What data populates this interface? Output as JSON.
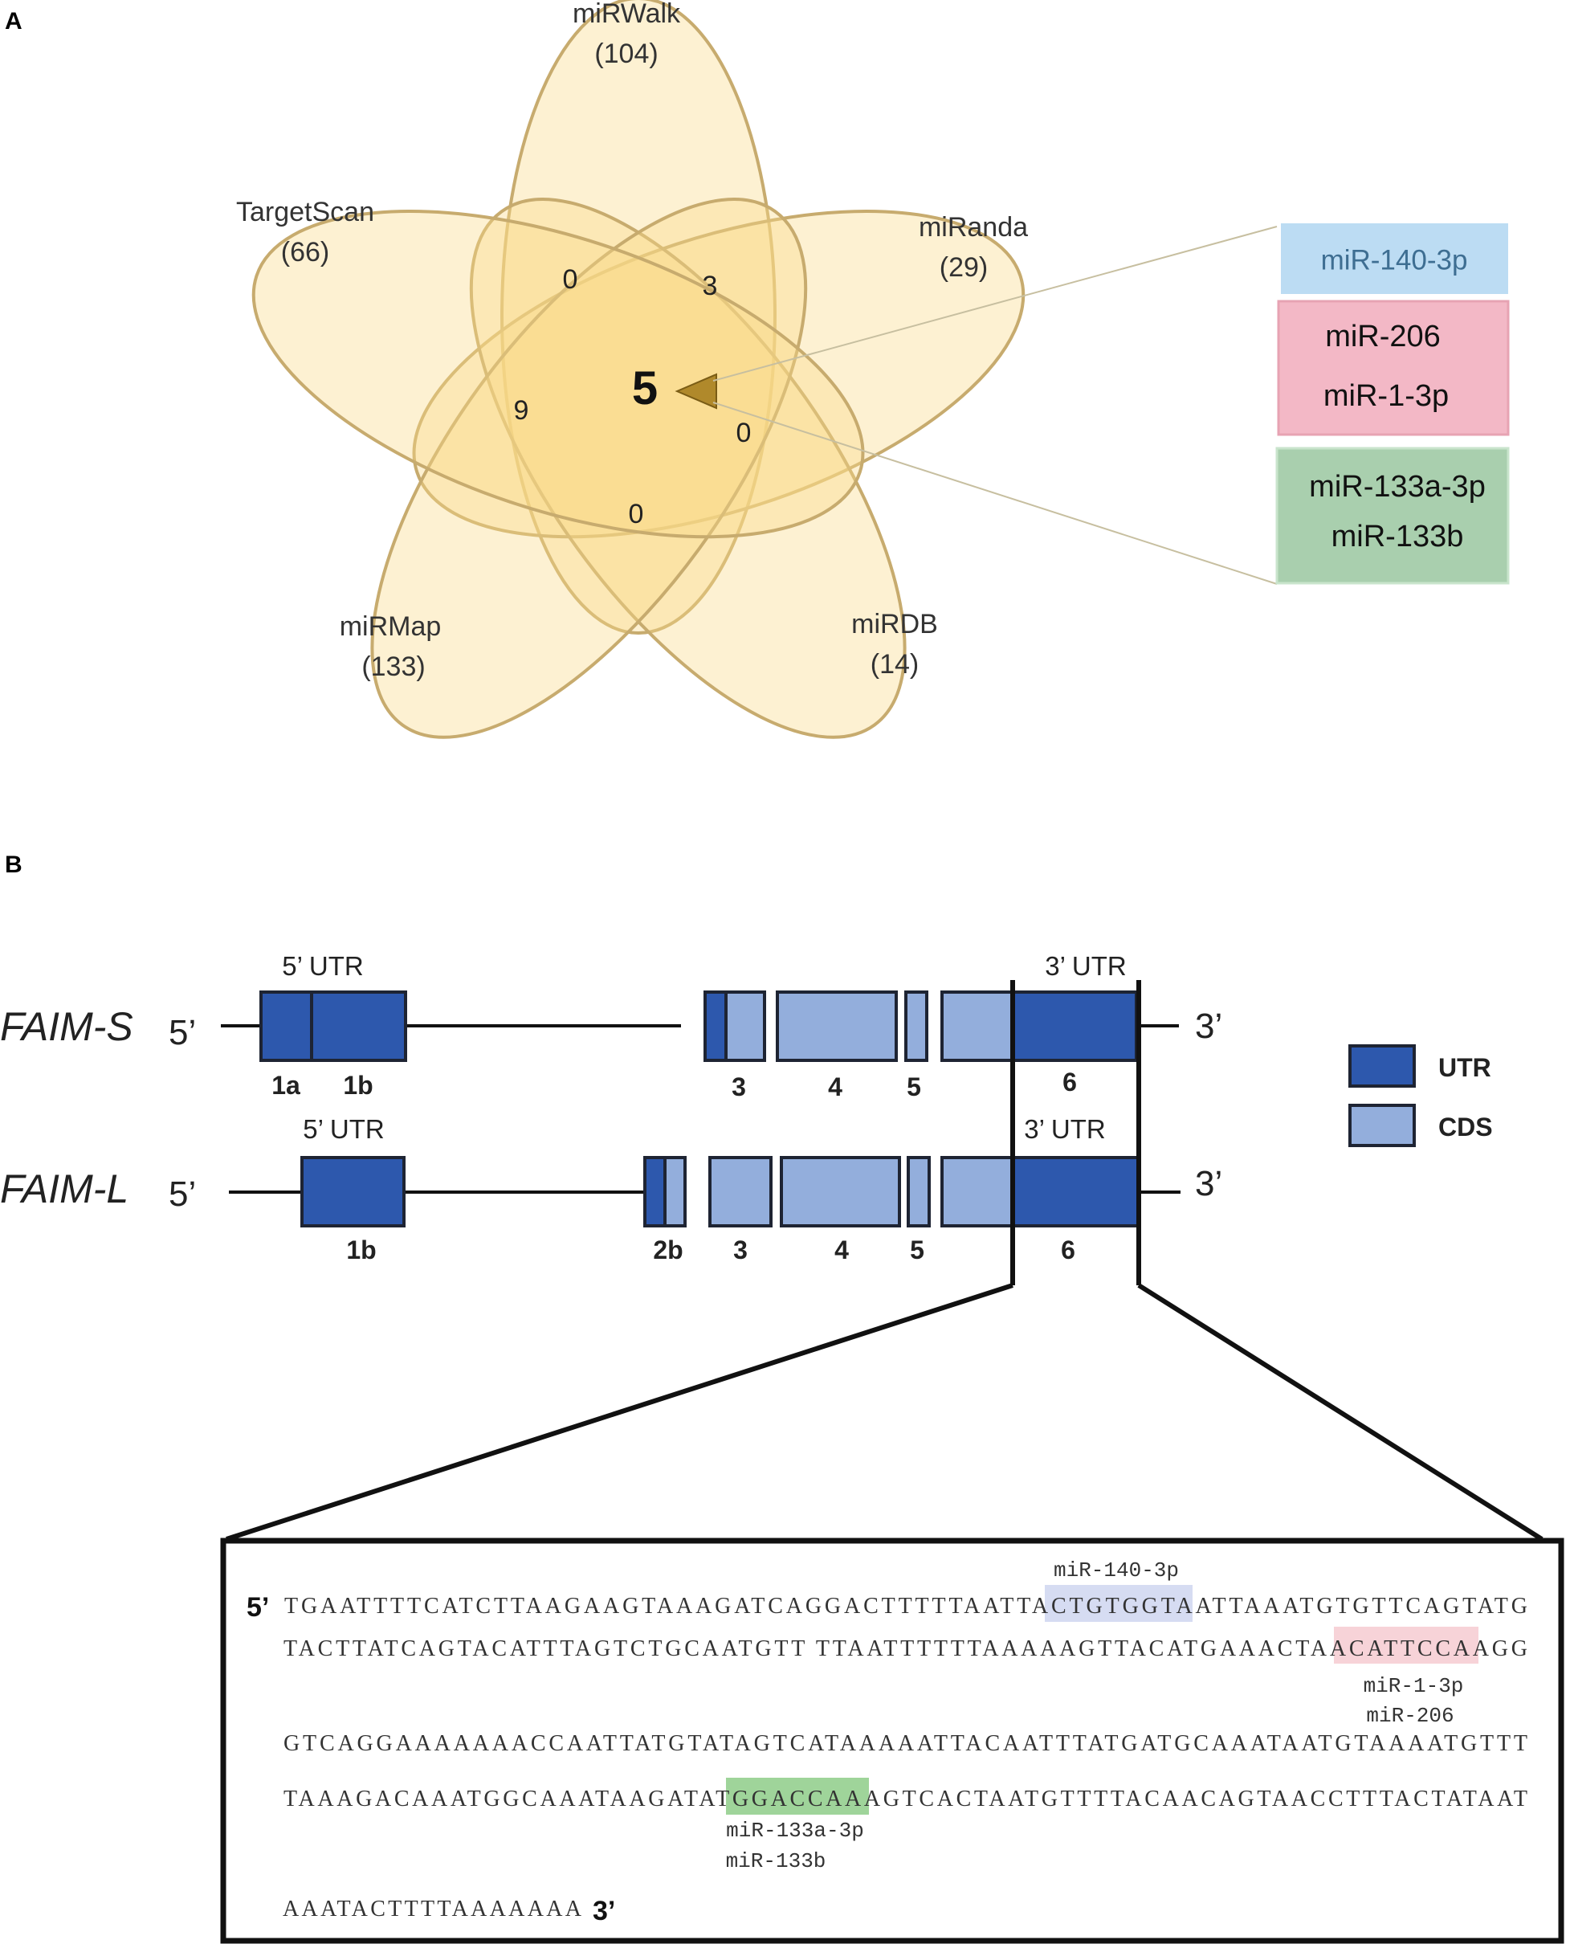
{
  "panel_a": {
    "label": "A",
    "sets": [
      {
        "name": "miRWalk",
        "count": "(104)"
      },
      {
        "name": "TargetScan",
        "count": "(66)"
      },
      {
        "name": "miRanda",
        "count": "(29)"
      },
      {
        "name": "miRMap",
        "count": "(133)"
      },
      {
        "name": "miRDB",
        "count": "(14)"
      }
    ],
    "regions": {
      "center": "5",
      "r1": "0",
      "r2": "3",
      "r3": "9",
      "r4": "0",
      "r5": "0"
    },
    "mirna_groups": [
      {
        "lines": [
          "miR-140-3p"
        ],
        "fill": "#bcdcf3",
        "text_color": "#3e6e92"
      },
      {
        "lines": [
          "miR-206",
          "miR-1-3p"
        ],
        "fill": "#f3b8c6",
        "text_color": "#111111"
      },
      {
        "lines": [
          "miR-133a-3p",
          "miR-133b"
        ],
        "fill": "#a9cfae",
        "text_color": "#111111"
      }
    ],
    "colors": {
      "petal_fill": "#fbd98a",
      "petal_stroke": "#c7ab6e",
      "pointer": "#b0892b"
    }
  },
  "panel_b": {
    "label": "B",
    "transcripts": [
      {
        "name": "FAIM-S",
        "five_prime": "5’",
        "three_prime": "3’",
        "utr5_label": "5’ UTR",
        "utr3_label": "3’ UTR",
        "exons": [
          "1a",
          "1b",
          "3",
          "4",
          "5",
          "6"
        ]
      },
      {
        "name": "FAIM-L",
        "five_prime": "5’",
        "three_prime": "3’",
        "utr5_label": "5’ UTR",
        "utr3_label": "3’ UTR",
        "exons": [
          "1b",
          "2b",
          "3",
          "4",
          "5",
          "6"
        ]
      }
    ],
    "legend": [
      {
        "label": "UTR",
        "color": "#2d58ad"
      },
      {
        "label": "CDS",
        "color": "#93aedc"
      }
    ],
    "sequence": {
      "five_prime": "5’",
      "three_prime": "3’",
      "lines": [
        "TGAATTTTCATCTTAAGAAGTAAAGATCAGGACTTTTTAATTACTGTGGTAATTAAATGTGTTCAGTATG",
        "TACTTATCAGTACATTTAGTCTGCAATGTT TTAATTTTTTAAAAAGTTACATGAAACTAACATTCCAAGG",
        "GTCAGGAAAAAAACCAATTATGTATAGTCATAAAAATTACAATTTATGATGCAAATAATGTAAAATGTTT",
        "TAAAGACAAATGGCAAATAAGATATGGACCAAAGTCACTAATGTTTTACAACAGTAACCTTTACTATAAT",
        "AAATACTTTTAAAAAAA"
      ],
      "site_labels": [
        "miR-140-3p",
        "miR-1-3p",
        "miR-206",
        "miR-133a-3p",
        "miR-133b"
      ],
      "highlight_colors": [
        "#d6dcf2",
        "#f7d3d8",
        "#9fd49a"
      ]
    }
  }
}
